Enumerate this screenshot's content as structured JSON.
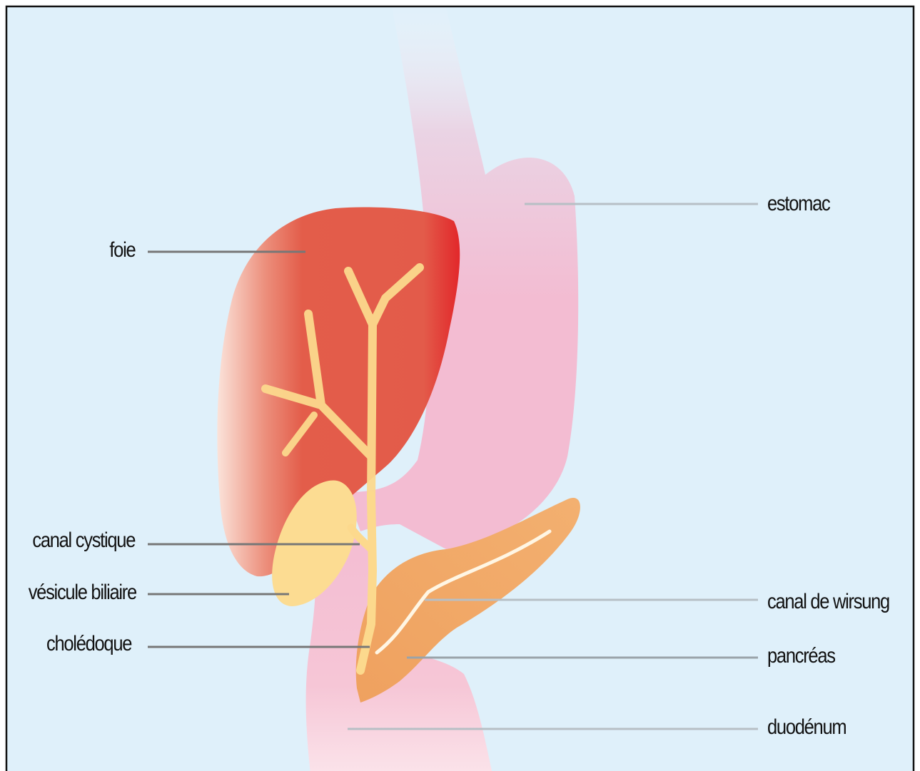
{
  "labels": {
    "estomac": "estomac",
    "foie": "foie",
    "canal_cystique": "canal cystique",
    "vesicule_biliaire": "vésicule biliaire",
    "choledoque": "cholédoque",
    "canal_de_wirsung": "canal de wirsung",
    "pancreas": "pancréas",
    "duodenum": "duodénum"
  },
  "colors": {
    "background": "#dff0fa",
    "frame": "#111111",
    "stomach": "#f3bcd2",
    "liver": "#e25a4a",
    "liver_dark": "#e2312f",
    "bile_ducts": "#fcd98d",
    "gallbladder": "#fcdc92",
    "pancreas": "#f2ad6c",
    "wirsung_duct": "#fff6e4",
    "leader_dark": "#777777",
    "leader_light": "#b7bfc5"
  }
}
